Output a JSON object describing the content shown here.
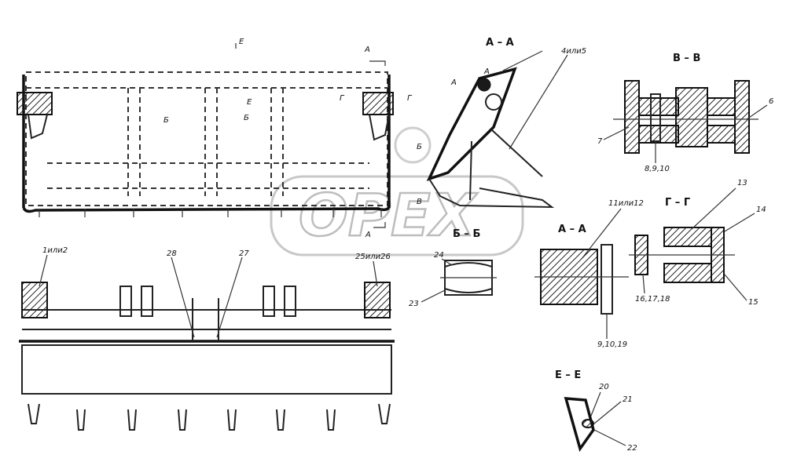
{
  "watermark": {
    "text": "OPEX",
    "color": "#bdbdbd"
  },
  "section_titles": {
    "aa_main": "А – А",
    "vv": "В – В",
    "aa_small": "А – А",
    "gg": "Г – Г",
    "bb": "Б – Б",
    "ee": "Е – Е"
  },
  "markers": {
    "e_top": "Е",
    "a_top": "А",
    "a_bottom": "А",
    "g_left": "Г",
    "g_right": "Г",
    "b_left": "Б",
    "b_mid": "Б",
    "e_mid": "Е",
    "a_detail1": "А",
    "a_detail2": "А",
    "b_detail": "Б",
    "v_detail": "В"
  },
  "callouts": {
    "c4or5": "4или5",
    "c1or2": "1или2",
    "c28": "28",
    "c27": "27",
    "c25or26": "25или26",
    "c24": "24",
    "c23": "23",
    "c11or12": "11или12",
    "c13": "13",
    "c14": "14",
    "c15": "15",
    "c16_17_18": "16,17,18",
    "c9_10_19": "9,10,19",
    "c7": "7",
    "c6": "6",
    "c8_9_10": "8,9,10",
    "c20": "20",
    "c21": "21",
    "c22": "22"
  }
}
